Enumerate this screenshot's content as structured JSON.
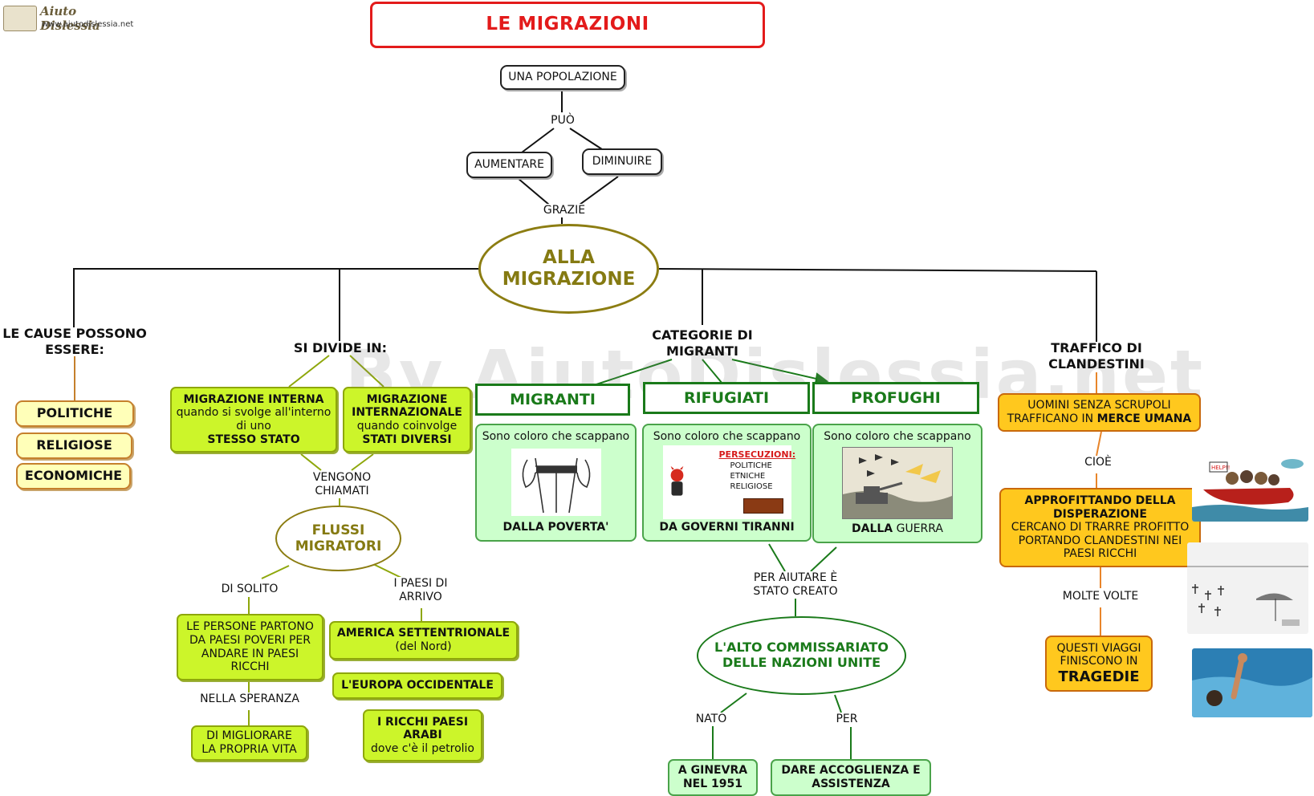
{
  "logo": {
    "text": "Aiuto Dislessia",
    "url": "www.aiutodislessia.net"
  },
  "watermark": "By AiutoDislessia.net",
  "title": "LE MIGRAZIONI",
  "top": {
    "population": "UNA POPOLAZIONE",
    "can": "PUÒ",
    "increase": "AUMENTARE",
    "decrease": "DIMINUIRE",
    "thanks": "GRAZIE",
    "main": "ALLA MIGRAZIONE"
  },
  "causes": {
    "heading": "LE CAUSE POSSONO ESSERE:",
    "items": [
      "POLITICHE",
      "RELIGIOSE",
      "ECONOMICHE"
    ]
  },
  "division": {
    "heading": "SI DIVIDE IN:",
    "internal": {
      "title": "MIGRAZIONE INTERNA",
      "desc": "quando si svolge all'interno di uno",
      "emph": "STESSO STATO"
    },
    "international": {
      "title": "MIGRAZIONE INTERNAZIONALE",
      "desc": "quando coinvolge",
      "emph": "STATI DIVERSI"
    },
    "called": "VENGONO CHIAMATI",
    "flows": "FLUSSI MIGRATORI",
    "usually": "DI SOLITO",
    "arrival": "I PAESI DI ARRIVO",
    "people_leave": "LE PERSONE PARTONO DA PAESI POVERI PER ANDARE IN PAESI RICCHI",
    "hope": "NELLA SPERANZA",
    "improve": "DI MIGLIORARE LA PROPRIA VITA",
    "america": {
      "title": "AMERICA SETTENTRIONALE",
      "sub": "(del Nord)"
    },
    "europe": "L'EUROPA OCCIDENTALE",
    "arab": {
      "title": "I RICCHI PAESI ARABI",
      "sub": "dove c'è il petrolio"
    }
  },
  "categories": {
    "heading": "CATEGORIE DI MIGRANTI",
    "items": [
      {
        "name": "MIGRANTI",
        "intro": "Sono coloro che scappano",
        "from": "DALLA POVERTA'",
        "from_rest": ""
      },
      {
        "name": "RIFUGIATI",
        "intro": "Sono coloro che scappano",
        "from": "DA GOVERNI TIRANNI",
        "from_rest": ""
      },
      {
        "name": "PROFUGHI",
        "intro": "Sono coloro che scappano",
        "from": "DALLA",
        "from_rest": "GUERRA"
      }
    ],
    "persecution": {
      "title": "PERSECUZIONI:",
      "items": [
        "POLITICHE",
        "ETNICHE",
        "RELIGIOSE"
      ]
    },
    "help": "PER AIUTARE È STATO CREATO",
    "unhcr": "L'ALTO COMMISSARIATO DELLE NAZIONI UNITE",
    "born": "NATO",
    "for": "PER",
    "geneva": "A GINEVRA NEL 1951",
    "welcome": "DARE ACCOGLIENZA E ASSISTENZA"
  },
  "traffic": {
    "heading": "TRAFFICO DI CLANDESTINI",
    "box1_a": "UOMINI SENZA SCRUPOLI TRAFFICANO IN",
    "box1_b": "MERCE UMANA",
    "that_is": "CIOÈ",
    "box2_title": "APPROFITTANDO DELLA DISPERAZIONE",
    "box2_desc": "CERCANO DI TRARRE PROFITTO PORTANDO CLANDESTINI NEI PAESI RICCHI",
    "often": "MOLTE VOLTE",
    "box3_a": "QUESTI VIAGGI FINISCONO IN",
    "box3_b": "TRAGEDIE",
    "help_sign": "HELP!!"
  },
  "colors": {
    "title_red": "#e31b1b",
    "olive": "#8c7d12",
    "green": "#1a7a1a",
    "yellow_green": "#ccf52a",
    "light_green": "#ccffcc",
    "cause_fill": "#ffffb9",
    "orange": "#ffc81e"
  }
}
